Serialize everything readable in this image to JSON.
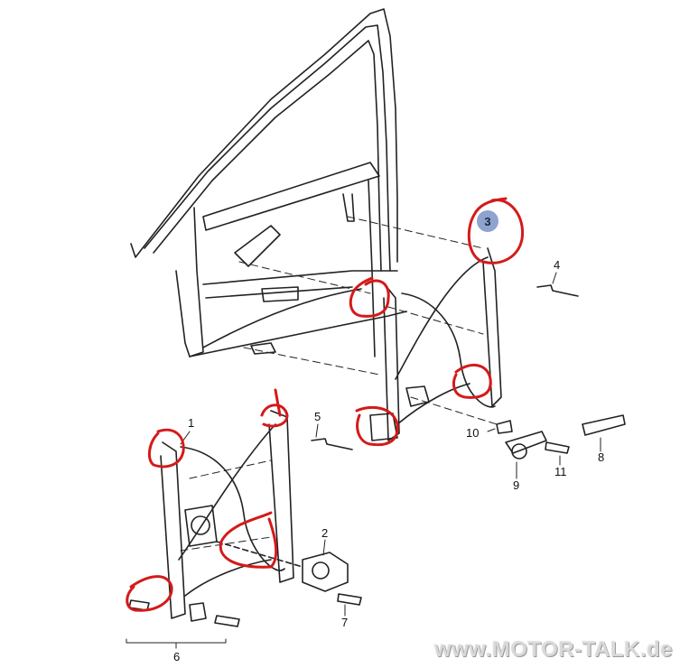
{
  "diagram": {
    "callouts": {
      "c1": "1",
      "c2": "2",
      "c3": "3",
      "c4": "4",
      "c5": "5",
      "c6": "6",
      "c7": "7",
      "c8": "8",
      "c9": "9",
      "c10": "10",
      "c11": "11"
    },
    "highlight_color": "#d41a1a",
    "callout3_badge_color": "#8fa3cf",
    "watermark": "www.MOTOR-TALK.de"
  }
}
